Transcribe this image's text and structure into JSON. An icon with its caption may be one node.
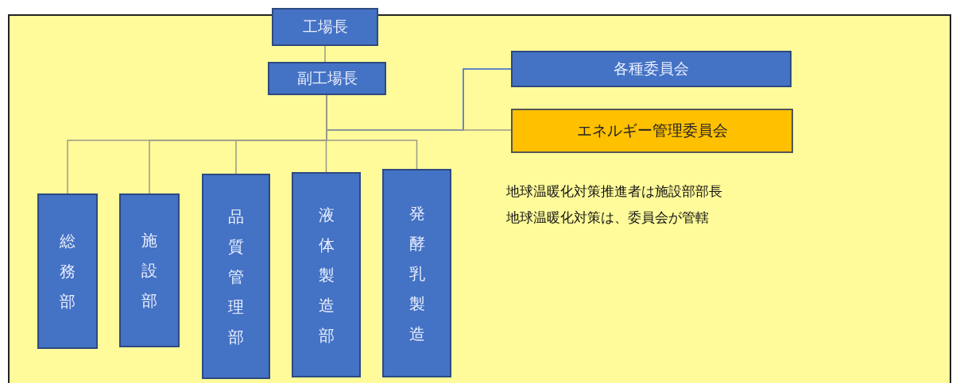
{
  "diagram": {
    "nodes": [
      {
        "text": [
          "工場長"
        ]
      },
      {
        "text": [
          "副工場長"
        ]
      },
      {
        "text": [
          "各種委員会"
        ]
      },
      {
        "text": [
          "エネルギー管理委員会"
        ]
      },
      {
        "text": [
          "総務部"
        ]
      },
      {
        "text": [
          "施設部"
        ]
      },
      {
        "text": [
          "品質管理部"
        ]
      },
      {
        "text": [
          "液体製造部"
        ]
      },
      {
        "text": [
          "発酵乳製造"
        ]
      }
    ],
    "edges": [
      {
        "from": 0,
        "to": 1,
        "arrow": "none"
      },
      {
        "from": 1,
        "to": 2,
        "arrow": "none",
        "color": "#2f62d6"
      },
      {
        "from": 1,
        "to": 3,
        "arrow": "none"
      },
      {
        "from": 1,
        "to": 4,
        "arrow": "none"
      },
      {
        "from": 1,
        "to": 5,
        "arrow": "none"
      },
      {
        "from": 1,
        "to": 6,
        "arrow": "none"
      },
      {
        "from": 1,
        "to": 7,
        "arrow": "none"
      },
      {
        "from": 1,
        "to": 8,
        "arrow": "none"
      }
    ],
    "labels": [
      "地球温暖化対策推進者は施設部部長",
      "地球温暖化対策は、委員会が管轄"
    ]
  }
}
